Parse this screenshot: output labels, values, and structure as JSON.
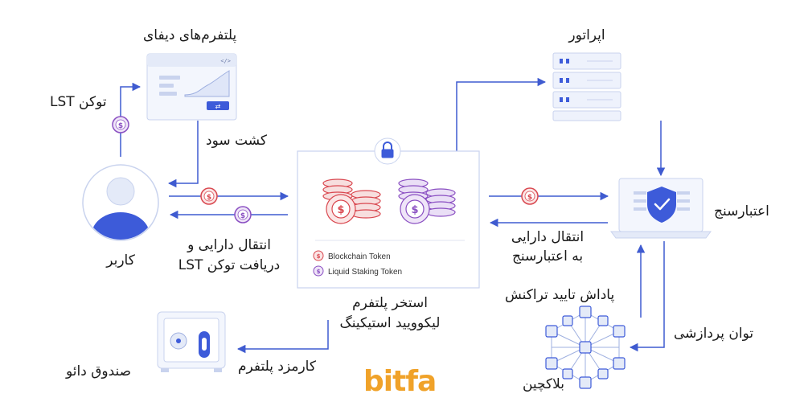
{
  "labels": {
    "defi_platforms": "پلتفرم‌های دیفای",
    "lst_token": "توکن LST",
    "yield_farming": "کشت سود",
    "user": "کاربر",
    "transfer_receive_line1": "انتقال دارایی و",
    "transfer_receive_line2": "دریافت توکن LST",
    "pool_line1": "استخر پلتفرم",
    "pool_line2": "لیکوویید استیکینگ",
    "operator": "اپراتور",
    "validator": "اعتبارسنج",
    "transfer_to_validator_line1": "انتقال دارایی",
    "transfer_to_validator_line2": "به اعتبارسنج",
    "tx_reward": "پاداش تایید تراکنش",
    "processing_power": "توان پردازشی",
    "blockchain": "بلاکچین",
    "platform_fee": "کارمزد پلتفرم",
    "dao_fund": "صندوق دائو"
  },
  "legend": {
    "blockchain_token": "Blockchain Token",
    "liquid_staking_token": "Liquid Staking Token"
  },
  "icons": {
    "coin_symbol": "$",
    "code_symbol": "</>",
    "swap_symbol": "⇄"
  },
  "logo": "bitfa",
  "colors": {
    "arrow": "#3f5bd0",
    "red_token": "#d9474f",
    "purple_token": "#8a4fc2",
    "device_blue": "#3d5bd9",
    "device_light": "#e8edfb",
    "logo_orange": "#f0a229"
  }
}
